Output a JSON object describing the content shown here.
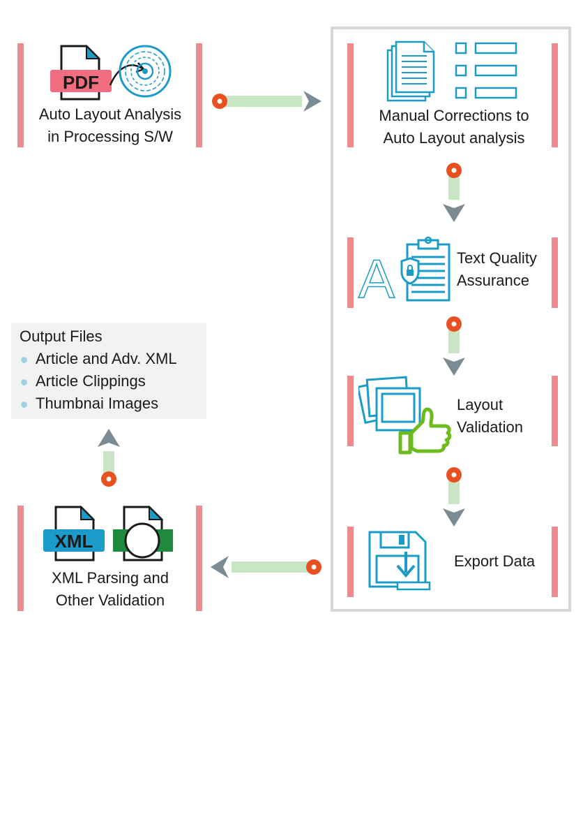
{
  "steps": {
    "auto_layout": {
      "line1": "Auto Layout Analysis",
      "line2": "in Processing S/W",
      "badge": "PDF",
      "icon": "pdf-to-disc-icon"
    },
    "manual_corrections": {
      "line1": "Manual Corrections to",
      "line2": "Auto Layout analysis",
      "icon": "documents-list-icon"
    },
    "text_quality": {
      "line1": "Text Quality",
      "line2": "Assurance",
      "icon": "clipboard-letter-icon"
    },
    "layout_validation": {
      "line1": "Layout",
      "line2": "Validation",
      "icon": "photos-thumbs-up-icon"
    },
    "export_data": {
      "line1": "Export Data",
      "icon": "floppy-download-icon"
    },
    "xml_parsing": {
      "line1": "XML Parsing and",
      "line2": "Other Validation",
      "badge": "XML",
      "icon": "xml-files-icon"
    }
  },
  "output": {
    "title": "Output Files",
    "items": [
      "Article and Adv. XML",
      "Article Clippings",
      "Thumbnai Images"
    ]
  },
  "colors": {
    "bar": "#ef8a8e",
    "connector": "#c8e6c3",
    "arrow": "#7a8b94",
    "node": "#e9501f",
    "icon": "#1a9bc8",
    "pdf_badge": "#f06e80",
    "xml_badge": "#1a9bc8",
    "green_badge": "#1f8a3c",
    "thumb": "#6dbb1f",
    "panel_border": "#d6d6d6",
    "output_bg": "#f2f2f2"
  }
}
